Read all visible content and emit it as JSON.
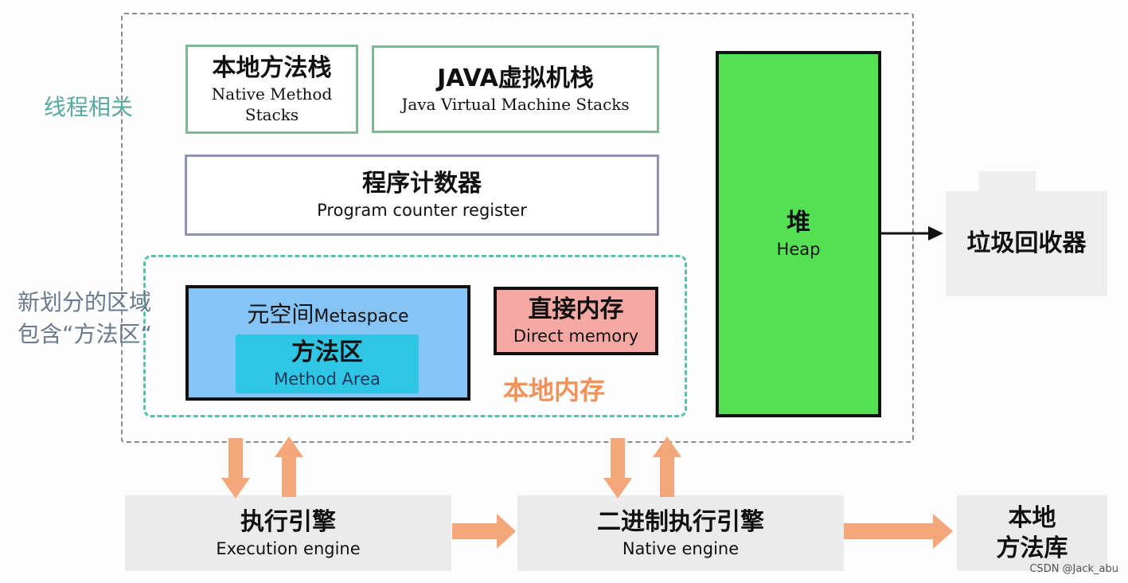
{
  "labels": {
    "thread_related": "线程相关",
    "new_region_line1": "新划分的区域",
    "new_region_line2": "包含“方法区“",
    "native_memory": "本地内存"
  },
  "native_method_stack": {
    "cn": "本地方法栈",
    "en_line1": "Native Method",
    "en_line2": "Stacks"
  },
  "jvm_stack": {
    "cn": "JAVA虚拟机栈",
    "en": "Java Virtual Machine Stacks"
  },
  "pc_register": {
    "cn": "程序计数器",
    "en": "Program counter register"
  },
  "metaspace": {
    "cn": "元空间",
    "en": "Metaspace"
  },
  "method_area": {
    "cn": "方法区",
    "en": "Method Area"
  },
  "direct_memory": {
    "cn": "直接内存",
    "en": "Direct memory"
  },
  "heap": {
    "cn": "堆",
    "en": "Heap"
  },
  "gc": {
    "cn": "垃圾回收器"
  },
  "execution_engine": {
    "cn": "执行引擎",
    "en": "Execution engine"
  },
  "native_engine": {
    "cn": "二进制执行引擎",
    "en": "Native engine"
  },
  "native_library": {
    "line1": "本地",
    "line2": "方法库"
  },
  "watermark": "CSDN @Jack_abu",
  "colors": {
    "heap": "#55e053",
    "metaspace": "#86c4f6",
    "method_area": "#2ec6e4",
    "direct_memory": "#f6a9a4",
    "arrow_orange": "#f4a77a",
    "thread_label": "#5aa9a0",
    "native_memory_label": "#f0925a"
  }
}
